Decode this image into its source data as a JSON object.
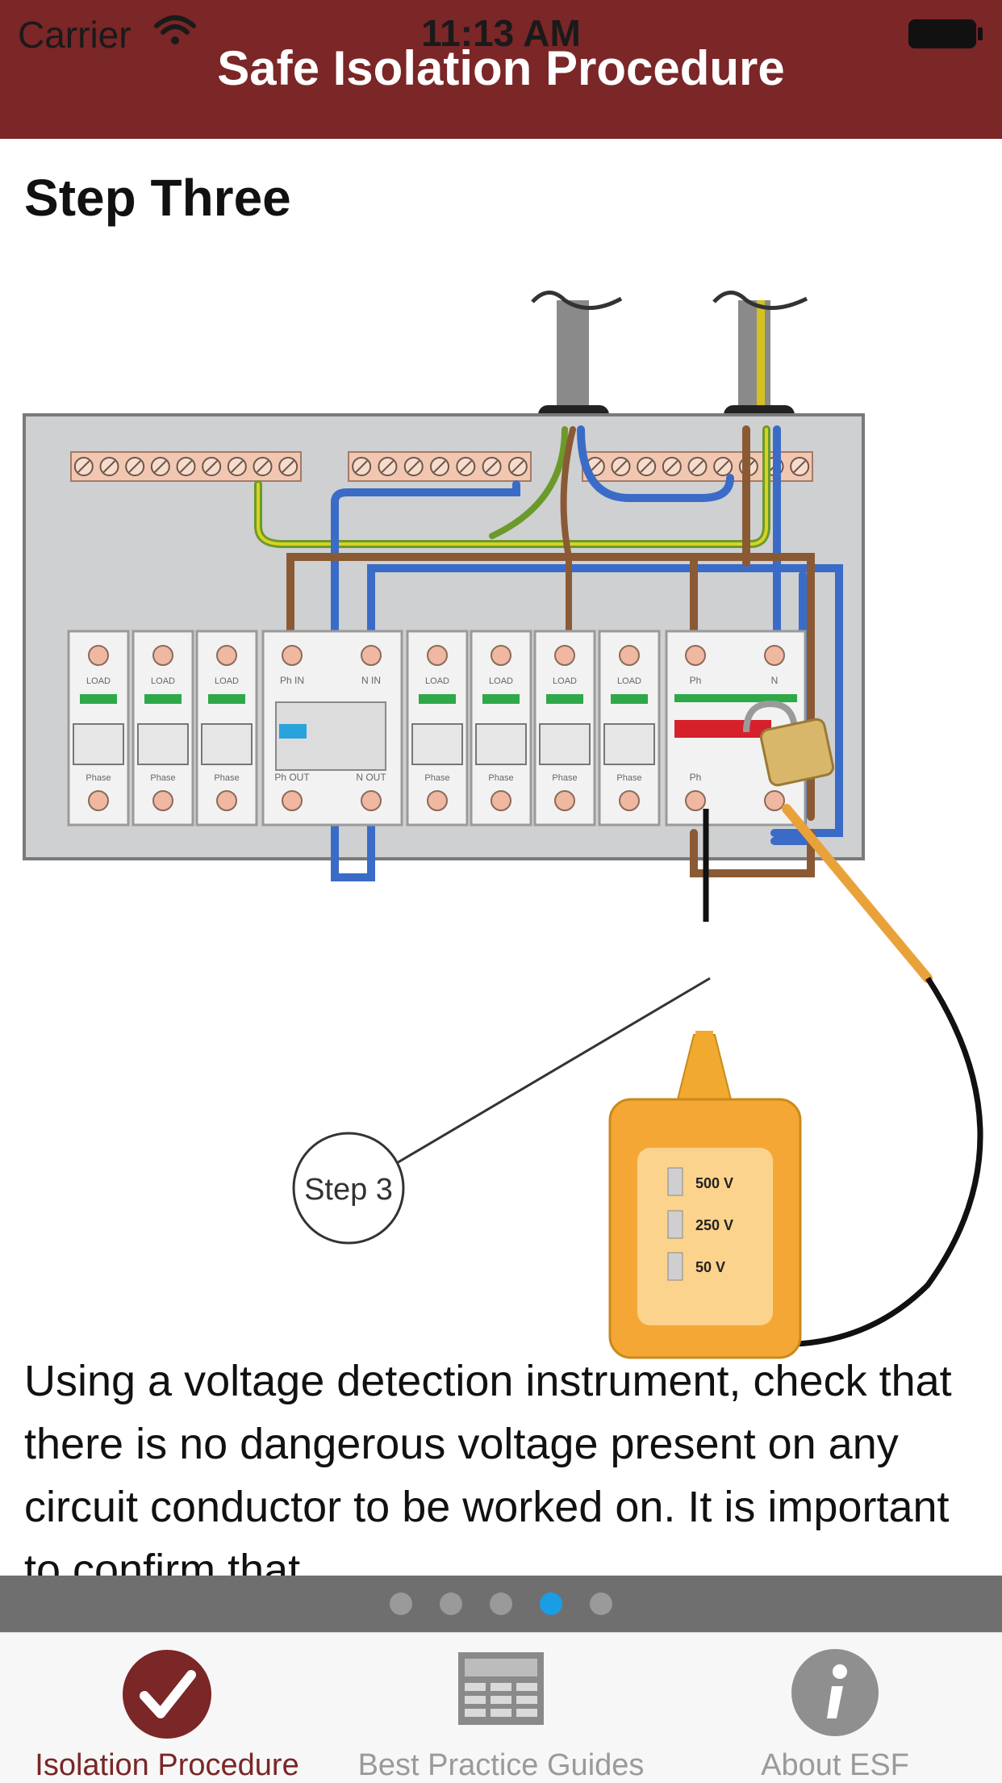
{
  "status_bar": {
    "carrier": "Carrier",
    "time": "11:13 AM"
  },
  "header": {
    "title": "Safe Isolation Procedure"
  },
  "content": {
    "step_title": "Step Three",
    "diagram": {
      "step_callout": "Step 3",
      "load_label": "LOAD",
      "phase_label": "Phase",
      "ph_in_label": "Ph IN",
      "n_in_label": "N IN",
      "ph_out_label": "Ph OUT",
      "n_out_label": "N OUT",
      "ph_label": "Ph",
      "n_label": "N",
      "tester_levels": [
        "500 V",
        "250 V",
        "50 V"
      ]
    },
    "body_text": "Using a voltage detection instrument, check that there is no dangerous voltage present on any circuit conductor to be worked on. It is important to confirm that"
  },
  "pager": {
    "page_count": 5,
    "active_index": 3
  },
  "tabbar": {
    "items": [
      {
        "label": "Isolation Procedure",
        "icon": "checkmark-icon",
        "active": true
      },
      {
        "label": "Best Practice Guides",
        "icon": "document-icon",
        "active": false
      },
      {
        "label": "About ESF",
        "icon": "info-icon",
        "active": false
      }
    ]
  },
  "colors": {
    "header_bg": "#7b2627",
    "active_tab": "#7b2627",
    "inactive_tab": "#9a9a9a",
    "pager_bg": "#6f6f6f",
    "pager_active": "#1a9ee3"
  }
}
